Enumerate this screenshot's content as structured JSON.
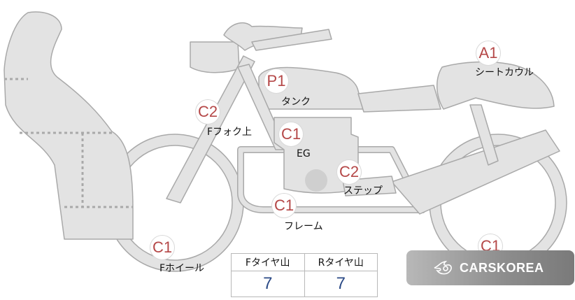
{
  "badges": {
    "seat_cowl": "A1",
    "tank": "P1",
    "front_fork": "C2",
    "engine": "C1",
    "step": "C2",
    "frame": "C1",
    "front_wheel": "C1",
    "rear_wheel": "C1"
  },
  "labels": {
    "seat_cowl": "シートカウル",
    "tank": "タンク",
    "front_fork": "Fフォク上",
    "engine": "EG",
    "step": "ステップ",
    "frame": "フレーム",
    "front_wheel": "Fホイール"
  },
  "tyre_table": {
    "front_header": "Fタイヤ山",
    "rear_header": "Rタイヤ山",
    "front_value": "7",
    "rear_value": "7"
  },
  "logo": {
    "text": "CARSKOREA"
  },
  "colors": {
    "bike_fill": "#e3e3e3",
    "bike_stroke": "#a9a9a9",
    "badge_text": "#b54848",
    "tyre_value": "#2b4a86"
  }
}
